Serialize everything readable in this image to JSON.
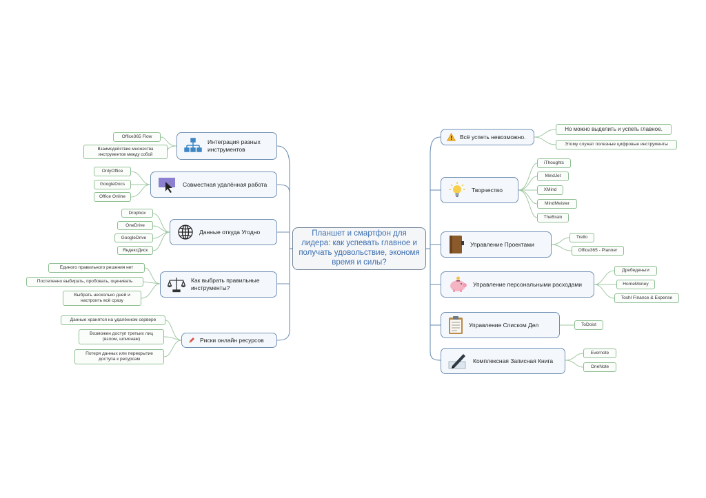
{
  "center": "Планшет и смартфон для лидера: как успевать главное и получать удовольствие, экономя время и силы?",
  "left_branches": [
    {
      "label": "Интеграция разных инструментов",
      "icon": "hierarchy-icon",
      "leaves": [
        "Office365 Flow",
        "Взаимодействие множества инструментов между собой"
      ]
    },
    {
      "label": "Совместная удалённая работа",
      "icon": "screen-cursor-icon",
      "leaves": [
        "OnlyOffice",
        "GoogleDocs",
        "Office Online"
      ]
    },
    {
      "label": "Данные откуда Угодно",
      "icon": "globe-icon",
      "leaves": [
        "Dropbox",
        "OneDrive",
        "GoogleDrive",
        "ЯндексДиск"
      ]
    },
    {
      "label": "Как выбрать правильные инструменты?",
      "icon": "scales-icon",
      "leaves": [
        "Единого правильного решения нет",
        "Постепенно выбирать, пробовать, оценивать",
        "Выбрать несколько дней и настроить всё сразу"
      ]
    },
    {
      "label": "Риски онлайн ресурсов",
      "icon": "pencil-icon",
      "leaves": [
        "Данные хранятся на удалённом сервере",
        "Возможен доступ третьих лиц (взлом, шпионаж)",
        "Потеря данных или перекрытие доступа к ресурсам"
      ]
    }
  ],
  "right_branches": [
    {
      "label": "Всё успеть невозможно.",
      "icon": "warning-icon",
      "leaves": [
        "Но можно выделить и успеть главное.",
        "Этому служат полезные цифровые инструменты"
      ]
    },
    {
      "label": "Творчество",
      "icon": "lightbulb-icon",
      "leaves": [
        "iThoughts",
        "MindJet",
        "XMind",
        "MindMeister",
        "TheBrain"
      ]
    },
    {
      "label": "Управление Проектами",
      "icon": "notebook-icon",
      "leaves": [
        "Trello",
        "Office365 - Planner"
      ]
    },
    {
      "label": "Управление персональными расходами",
      "icon": "piggy-bank-icon",
      "leaves": [
        "Дребеденьги",
        "HomeMoney",
        "Toshl Finance & Expense"
      ]
    },
    {
      "label": "Управление Списком Дел",
      "icon": "clipboard-icon",
      "leaves": [
        "ToDoist"
      ]
    },
    {
      "label": "Комплексная Записная Книга",
      "icon": "pen-paper-icon",
      "leaves": [
        "Evernote",
        "OneNote"
      ]
    }
  ],
  "colors": {
    "branch_border": "#6f8fb3",
    "leaf_border": "#8fbf93",
    "center_text": "#3d6fb0",
    "link": "#6f8fb3",
    "leaf_link": "#9fc7a2"
  }
}
